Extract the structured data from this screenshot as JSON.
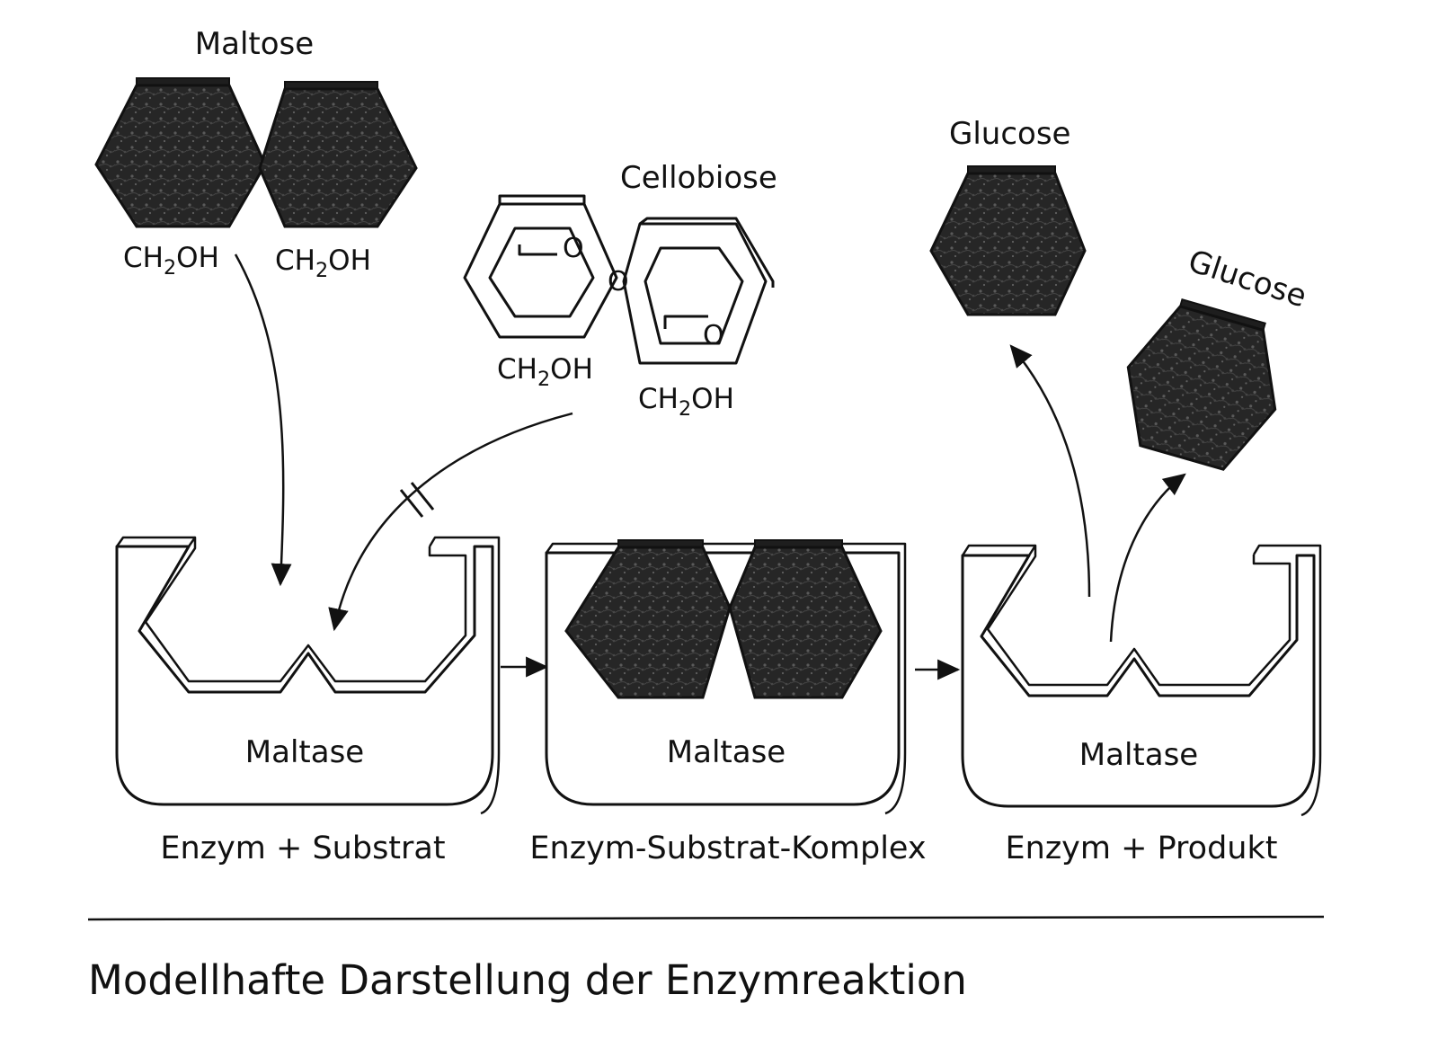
{
  "molecules": {
    "maltose": {
      "label": "Maltose",
      "left_group": "CH2OH",
      "right_group": "CH2OH"
    },
    "cellobiose": {
      "label": "Cellobiose",
      "ring_oxygen_left": "O",
      "bridge_oxygen": "O",
      "ring_oxygen_right": "O",
      "left_group": "CH2OH",
      "right_group": "CH2OH"
    },
    "glucose_1": {
      "label": "Glucose"
    },
    "glucose_2": {
      "label": "Glucose"
    }
  },
  "enzymes": [
    {
      "label": "Maltase",
      "state": "Enzym + Substrat"
    },
    {
      "label": "Maltase",
      "state": "Enzym-Substrat-Komplex"
    },
    {
      "label": "Maltase",
      "state": "Enzym + Produkt"
    }
  ],
  "caption": "Modellhafte Darstellung der Enzymreaktion",
  "colors": {
    "ink": "#111111",
    "molecule_fill": "#2b2b2b",
    "background": "#ffffff"
  }
}
